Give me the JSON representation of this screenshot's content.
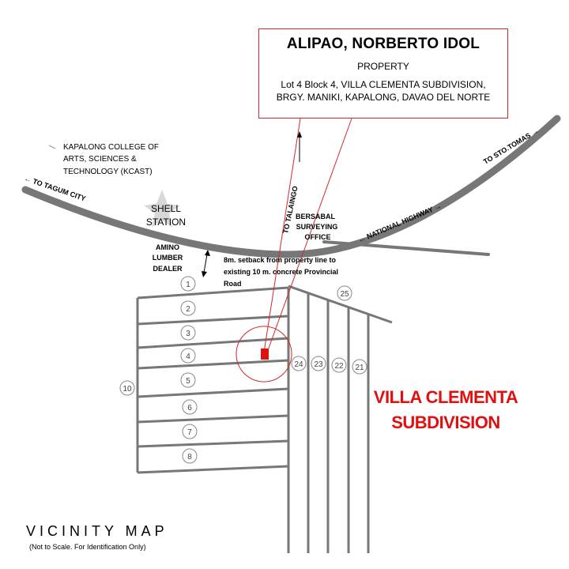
{
  "title_box": {
    "owner": "ALIPAO, NORBERTO IDOL",
    "kind": "PROPERTY",
    "address_line1": "Lot 4 Block 4, VILLA CLEMENTA SUBDIVISION,",
    "address_line2": "BRGY. MANIKI, KAPALONG, DAVAO DEL NORTE"
  },
  "landmarks": {
    "kcast_line1": "KAPALONG COLLEGE OF",
    "kcast_line2": "ARTS, SCIENCES &",
    "kcast_line3": "TECHNOLOGY (KCAST)",
    "to_tagum": "← TO TAGUM CITY",
    "shell_line1": "SHELL",
    "shell_line2": "STATION",
    "amino_line1": "AMINO",
    "amino_line2": "LUMBER",
    "amino_line3": "DEALER",
    "to_talaingo": "TO TALAINGO",
    "bersabal_line1": "BERSABAL",
    "bersabal_line2": "SURVEYING",
    "bersabal_line3": "OFFICE",
    "national_highway": "← NATIONAL HIGHWAY →",
    "to_sto_tomas": "TO STO.TOMAS →",
    "setback_line1": "8m. setback from property line to",
    "setback_line2": "existing 10 m. concrete Provincial",
    "setback_line3": "Road"
  },
  "subdivision": {
    "name_line1": "VILLA CLEMENTA",
    "name_line2": "SUBDIVISION",
    "color": "#e01010"
  },
  "blocks": {
    "b1": "1",
    "b2": "2",
    "b3": "3",
    "b4": "4",
    "b5": "5",
    "b6": "6",
    "b7": "7",
    "b8": "8",
    "b10": "10",
    "b21": "21",
    "b22": "22",
    "b23": "23",
    "b24": "24",
    "b25": "25"
  },
  "footer": {
    "title": "VICINITY MAP",
    "note": "(Not to Scale. For Identification Only)"
  }
}
